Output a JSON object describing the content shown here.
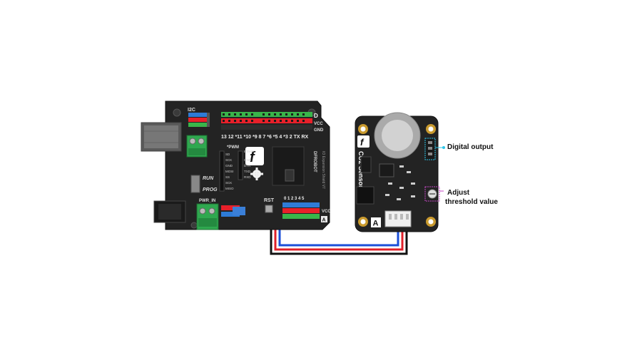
{
  "shield": {
    "i2c_label": "I2C",
    "pwm_label": "*PWM",
    "pin_numbers_top": "13 12 *11 *10 *9 8   7 *6 *5 4 *3 2 TX RX",
    "digital_label": "D",
    "vcc_label": "VCC",
    "gnd_label": "GND",
    "run_label": "RUN",
    "prog_label": "PROG",
    "pwr_in_label": "PWR_IN",
    "rst_label": "RST",
    "analog_label": "A",
    "analog_pins": "0 1 2 3 4 5",
    "brand_text": "DFROBOT",
    "board_name": "IO Expansion Shield V7",
    "serial_labels": [
      "SD",
      "SCK",
      "GND",
      "MOSI",
      "SS",
      "SCK",
      "MISO"
    ],
    "bt_labels": [
      "BT/APC",
      "GND",
      "DTR",
      "TXD",
      "RXD"
    ]
  },
  "sensor": {
    "name": "CO2 Sensor",
    "analog_label": "A"
  },
  "annotations": {
    "digital_output": "Digital output",
    "threshold_line1": "Adjust",
    "threshold_line2": "threshold value"
  },
  "colors": {
    "board": "#222222",
    "header_green": "#39b54a",
    "header_red": "#e8202a",
    "header_blue": "#2e7bd6",
    "wire_red": "#e0202a",
    "wire_blue": "#1b4fd8",
    "wire_black": "#111111",
    "mounting_hole": "#c99a2e",
    "terminal_green": "#2fa84f",
    "annotation_cyan": "#2ec6e8",
    "annotation_magenta": "#c447c4"
  },
  "icons": [
    "dfrobot-logo-icon",
    "usb-connector-icon",
    "dc-jack-icon",
    "gear-icon",
    "potentiometer-icon"
  ]
}
